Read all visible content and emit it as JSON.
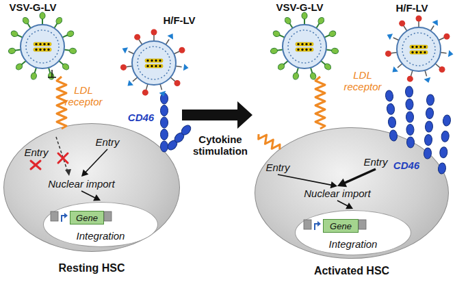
{
  "diagram": {
    "nodes": [
      {
        "text": [
          "Resting HSC"
        ]
      },
      {
        "text": [
          "Entry"
        ],
        "in": 0
      },
      {
        "text": [
          "Entry"
        ],
        "in": 0
      },
      {
        "text": [
          "Nuclear import"
        ],
        "in": 0
      },
      {
        "text": [
          "Integration"
        ],
        "in": 0
      },
      {
        "text": [
          "Gene"
        ],
        "in": 4
      },
      {
        "text": [
          "Activated HSC"
        ]
      },
      {
        "text": [
          "Entry"
        ],
        "in": 6
      },
      {
        "text": [
          "Entry"
        ],
        "in": 6
      },
      {
        "text": [
          "Nuclear import"
        ],
        "in": 6
      },
      {
        "text": [
          "Integration"
        ],
        "in": 6
      },
      {
        "text": [
          "Gene"
        ],
        "in": 10
      }
    ],
    "edges": [
      {
        "from": 2,
        "to": 3,
        "arrow": "to"
      },
      {
        "from": 3,
        "to": 4,
        "arrow": "to"
      },
      {
        "from": 0,
        "to": 6,
        "label": "Cytokine stimulation",
        "arrow": "to"
      },
      {
        "from": 7,
        "to": 9,
        "arrow": "to"
      },
      {
        "from": 8,
        "to": 9,
        "arrow": "to"
      },
      {
        "from": 9,
        "to": 10,
        "arrow": "to"
      }
    ],
    "labels": [
      "VSV-G-LV",
      "H/F-LV",
      "LDL receptor",
      "CD46",
      "VSV-G-LV",
      "H/F-LV",
      "LDL receptor",
      "CD46"
    ]
  }
}
